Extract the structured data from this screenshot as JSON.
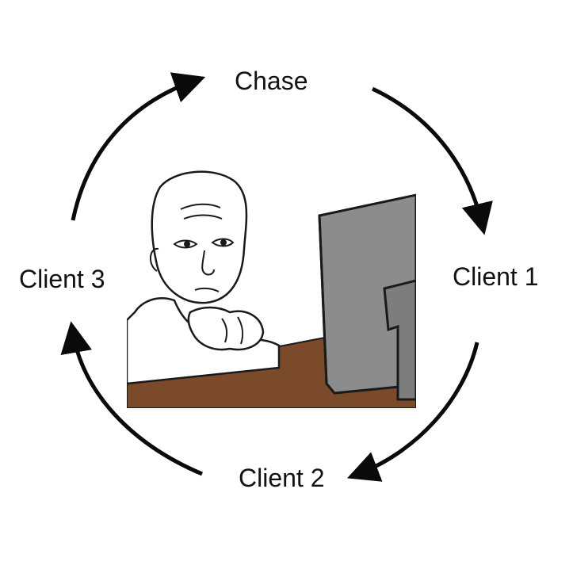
{
  "nodes": {
    "top": "Chase",
    "right": "Client 1",
    "bottom": "Client 2",
    "left": "Client 3"
  },
  "colors": {
    "arrow": "#0a0a0a",
    "desk": "#7a4a2a",
    "monitor": "#8a8a8a",
    "outline": "#1a1a1a"
  },
  "icons": [
    "cycle-arrow-icon",
    "wojak-at-computer-illustration"
  ]
}
